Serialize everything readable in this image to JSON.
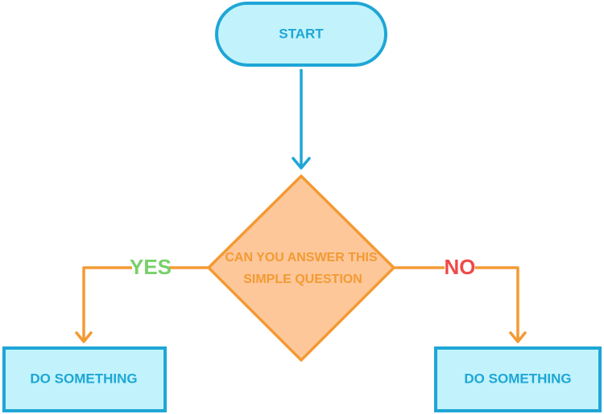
{
  "nodes": {
    "start": {
      "label": "START"
    },
    "decision": {
      "line1": "CAN YOU ANSWER THIS",
      "line2": "SIMPLE QUESTION"
    },
    "action_yes": {
      "label": "DO SOMETHING"
    },
    "action_no": {
      "label": "DO SOMETHING"
    }
  },
  "edges": {
    "yes_label": "YES",
    "no_label": "NO"
  },
  "colors": {
    "flow_blue": "#1ea6d6",
    "box_fill": "#c2f3fc",
    "diamond_fill": "#fdc79a",
    "diamond_stroke": "#f39a33",
    "yes_green": "#77d06a",
    "no_red": "#f04848"
  }
}
